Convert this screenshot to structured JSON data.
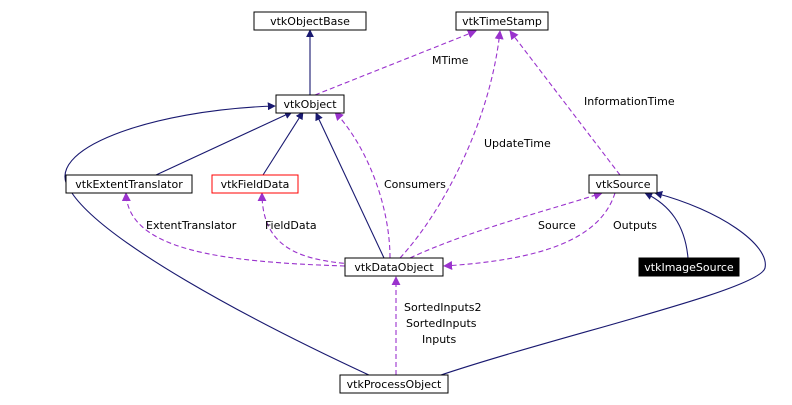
{
  "colors": {
    "inheritance": "#191970",
    "usage": "#9a32cd",
    "highlight_border": "#ff0000",
    "current_fill": "#000000"
  },
  "nodes": {
    "object_base": "vtkObjectBase",
    "time_stamp": "vtkTimeStamp",
    "object": "vtkObject",
    "extent_translator": "vtkExtentTranslator",
    "field_data": "vtkFieldData",
    "source": "vtkSource",
    "data_object": "vtkDataObject",
    "image_source": "vtkImageSource",
    "process_object": "vtkProcessObject"
  },
  "edge_labels": {
    "mtime": "MTime",
    "information_time": "InformationTime",
    "update_time": "UpdateTime",
    "consumers": "Consumers",
    "extent_translator": "ExtentTranslator",
    "field_data": "FieldData",
    "source": "Source",
    "outputs": "Outputs",
    "sorted_inputs2": "SortedInputs2",
    "sorted_inputs": "SortedInputs",
    "inputs": "Inputs"
  }
}
